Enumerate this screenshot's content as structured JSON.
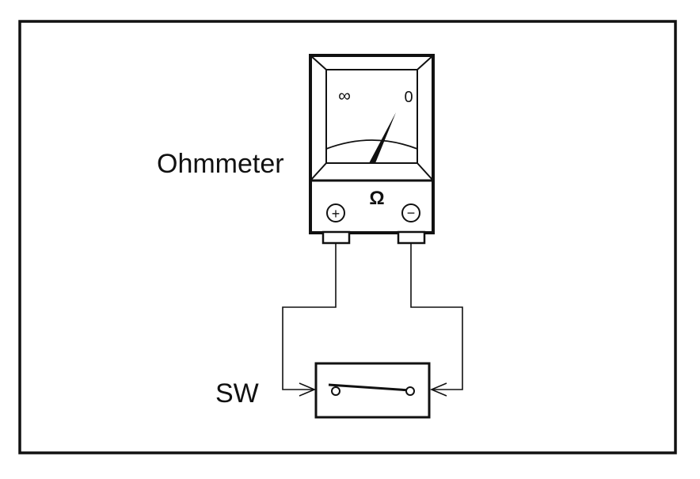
{
  "diagram": {
    "meter": {
      "label": "Ohmmeter",
      "scale_left": "∞",
      "scale_right": "0",
      "unit_symbol": "Ω",
      "terminal_positive": "+",
      "terminal_negative": "−"
    },
    "switch": {
      "label": "SW"
    }
  },
  "colors": {
    "ink": "#111111",
    "background": "#ffffff"
  }
}
